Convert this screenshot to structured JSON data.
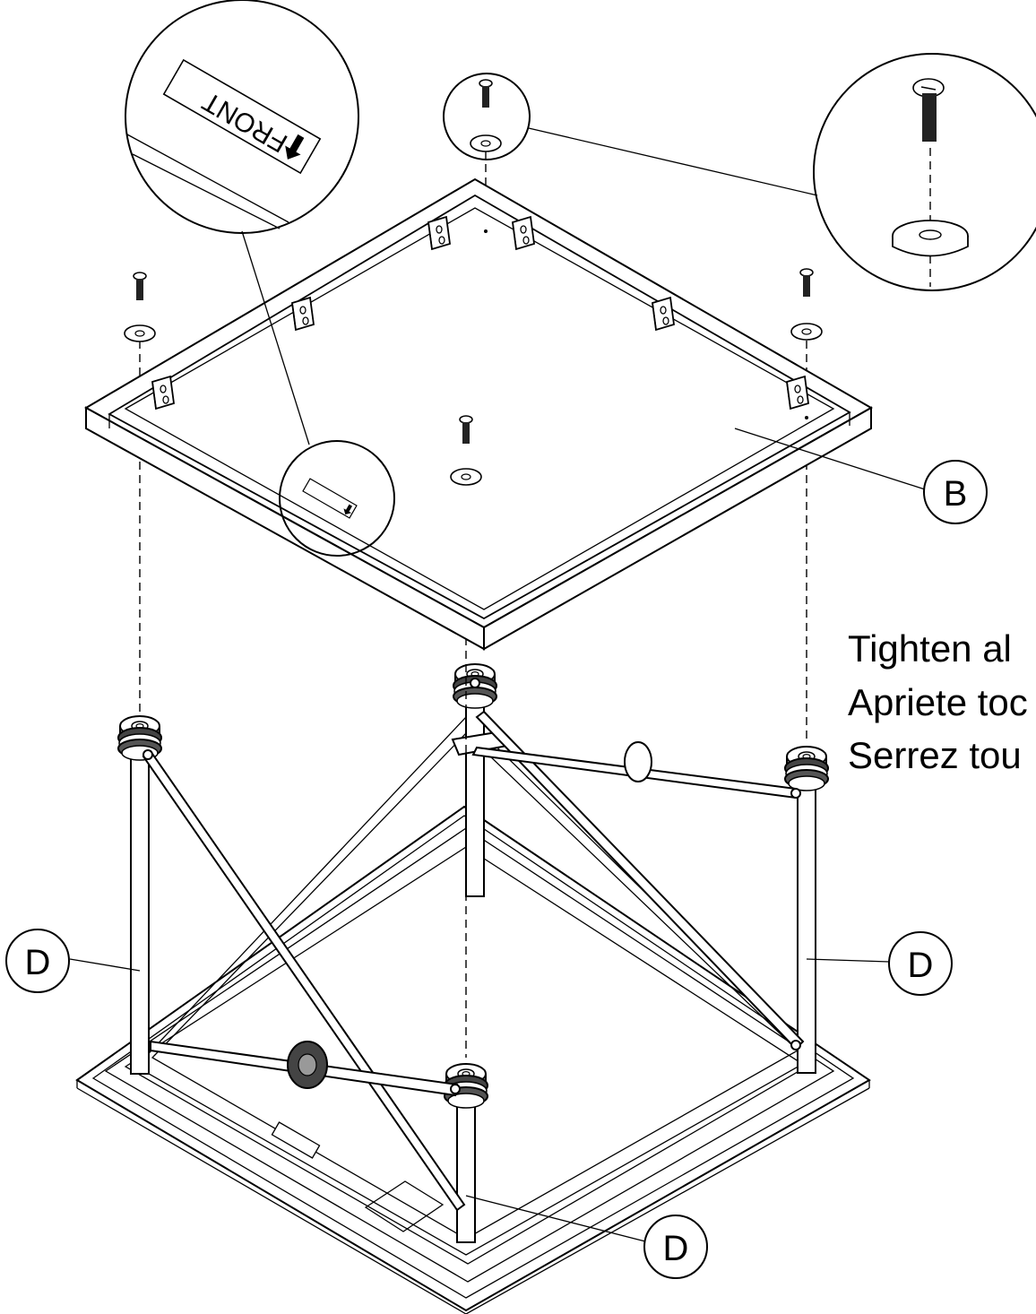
{
  "parts": {
    "frame_label": "B",
    "leg_labels": [
      "D",
      "D",
      "D"
    ]
  },
  "label_sticker": {
    "text": "FRONT"
  },
  "instructions": [
    "Tighten al",
    "Apriete toc",
    "Serrez tou"
  ],
  "icons": [
    "screw-icon",
    "washer-icon",
    "arrow-down-icon",
    "rosette-icon"
  ]
}
